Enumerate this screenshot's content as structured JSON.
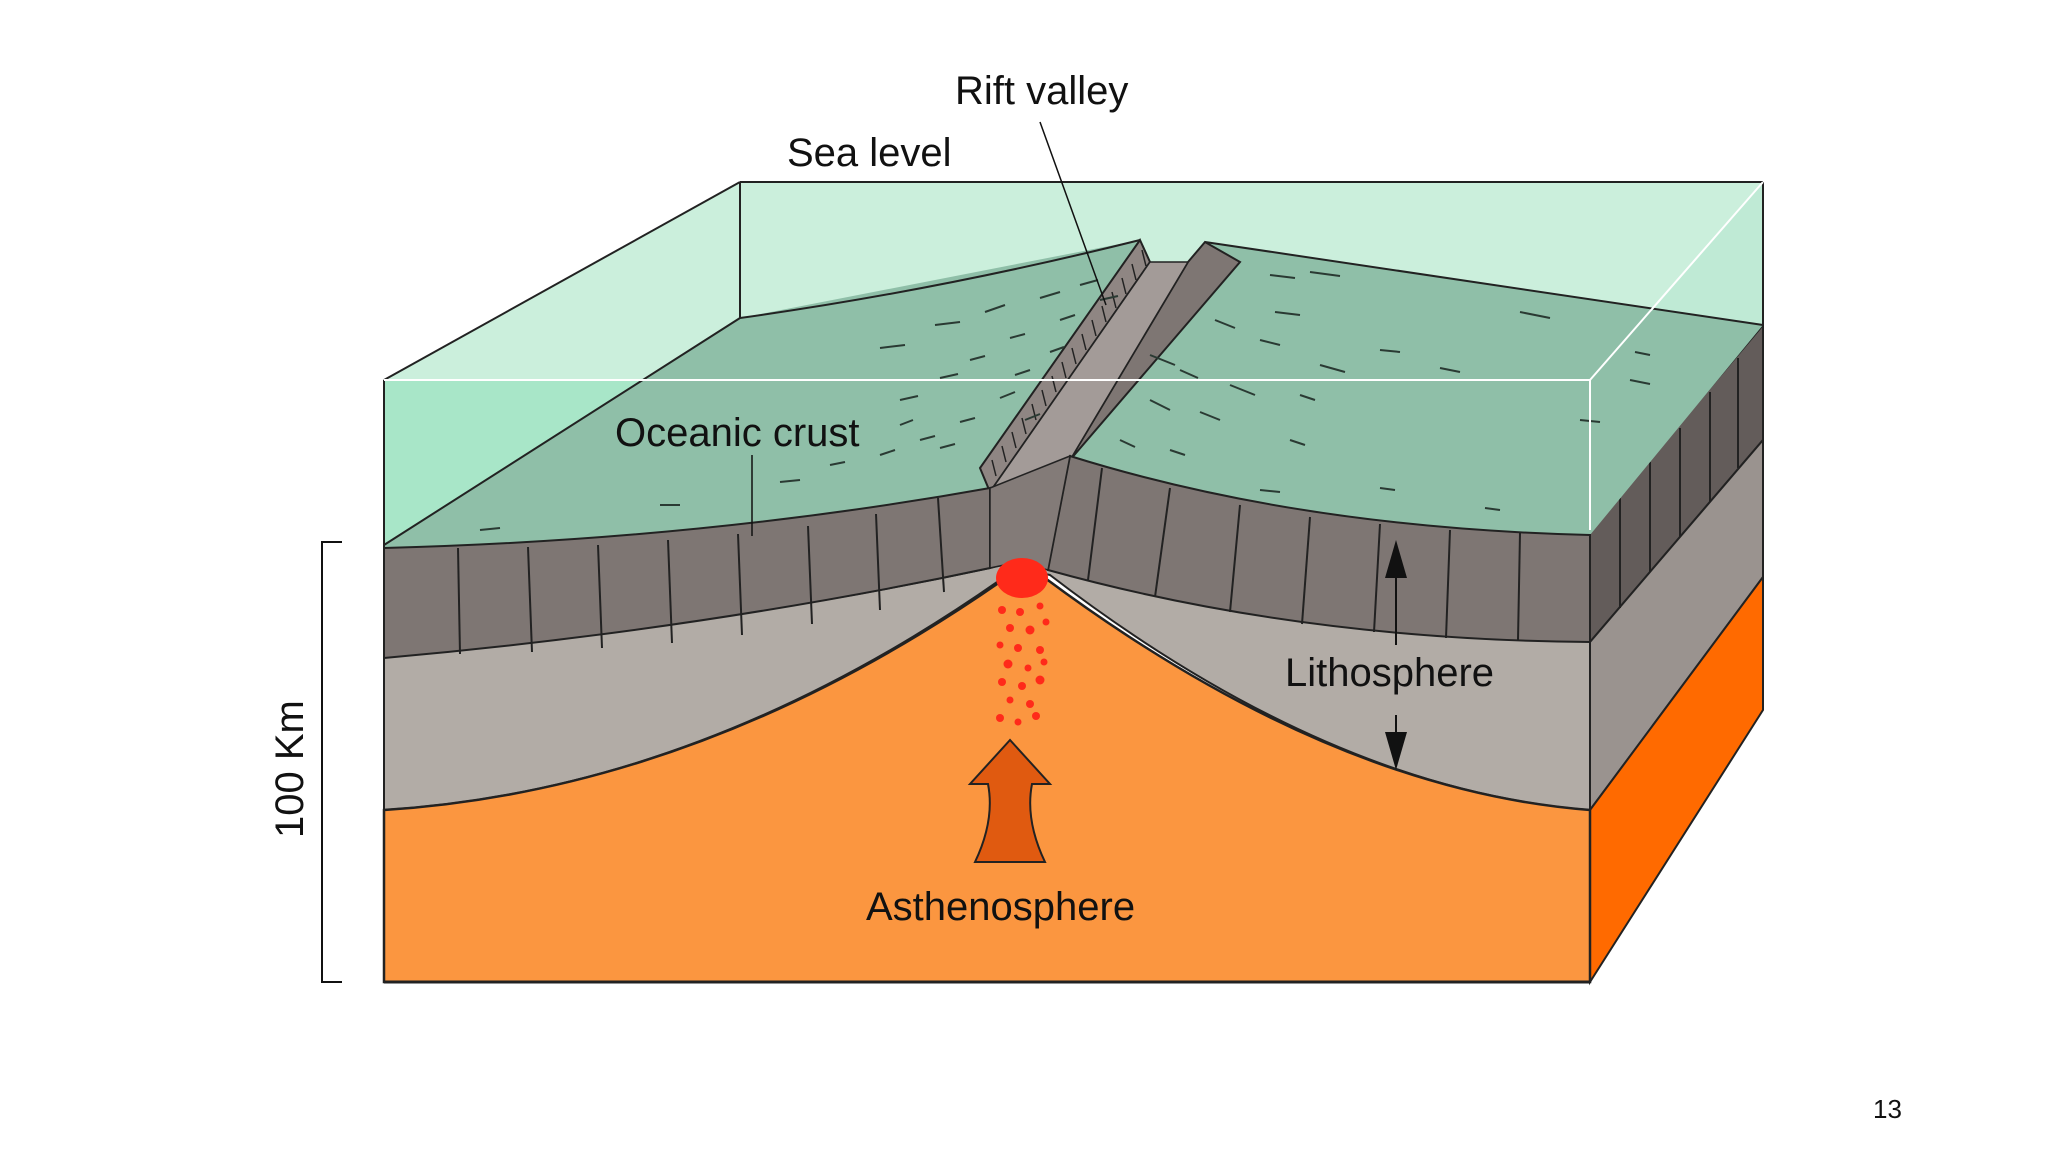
{
  "diagram": {
    "labels": {
      "rift_valley": "Rift valley",
      "sea_level": "Sea level",
      "oceanic_crust": "Oceanic crust",
      "lithosphere": "Lithosphere",
      "asthenosphere": "Asthenosphere",
      "scale": "100 Km"
    },
    "page_number": "13"
  },
  "colors": {
    "water_front": "#a8e6c8",
    "water_top": "#c9efdb",
    "seafloor": "#8fbfa8",
    "crust": "#7e7673",
    "crust_side": "#635c5a",
    "lithosphere_mantle": "#b2aca6",
    "lithosphere_side": "#9a938f",
    "asthenosphere": "#fb9640",
    "asthenosphere_side": "#ff6a00",
    "magma": "#ff2a1a",
    "upwelling_arrow": "#e05a10"
  }
}
